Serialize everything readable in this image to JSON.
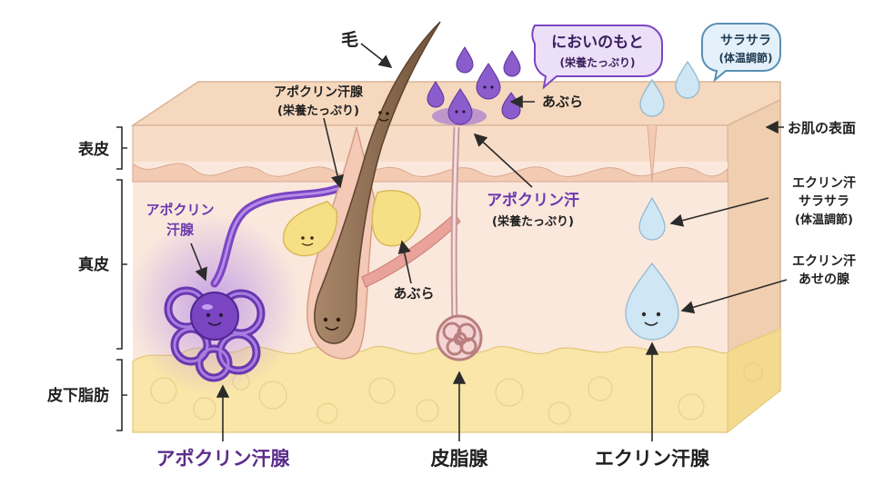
{
  "labels": {
    "hair": "毛",
    "odor_bubble_title": "においのもと",
    "odor_bubble_sub": "(栄養たっぷり)",
    "smooth_bubble_title": "サラサラ",
    "smooth_bubble_sub": "(体温調節)",
    "apocrine_gland_top_l1": "アポクリン汗腺",
    "apocrine_gland_top_l2": "(栄養たっぷり)",
    "oil_top": "あぶら",
    "skin_surface": "お肌の表面",
    "epidermis": "表皮",
    "dermis": "真皮",
    "subcutaneous": "皮下脂肪",
    "apocrine_gland_left_l1": "アポクリン",
    "apocrine_gland_left_l2": "汗腺",
    "apocrine_sweat_title": "アポクリン汗",
    "apocrine_sweat_sub": "(栄養たっぷり)",
    "oil_mid": "あぶら",
    "eccrine_sweat_l1": "エクリン汗",
    "eccrine_sweat_l2": "サラサラ",
    "eccrine_sweat_l3": "(体温調節)",
    "eccrine_gland_l1": "エクリン汗",
    "eccrine_gland_l2": "あせの腺",
    "bottom_apocrine": "アポクリン汗腺",
    "bottom_sebaceous": "皮脂腺",
    "bottom_eccrine": "エクリン汗腺"
  },
  "colors": {
    "epidermis": "#f7dcc8",
    "dermis": "#fbe8dc",
    "fat": "#f9e6a8",
    "apocrine": "#7b45c2",
    "hair": "#8a6a4e",
    "oil": "#f6e086",
    "eccrine_drop": "#cfe6f4",
    "title_purple": "#5b2d8a"
  }
}
